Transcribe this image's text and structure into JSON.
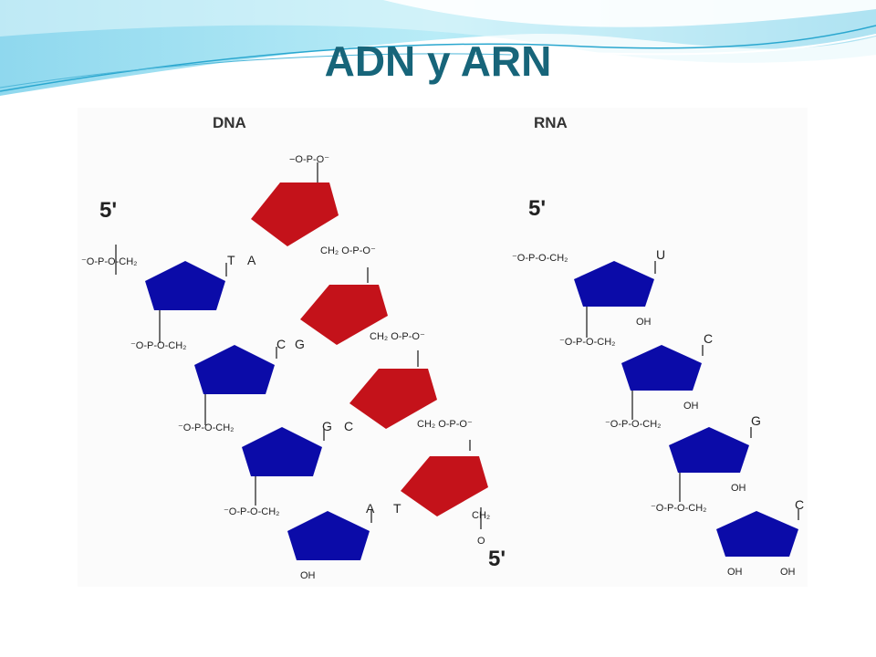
{
  "slide": {
    "title": "ADN y ARN"
  },
  "colors": {
    "title": "#17657a",
    "deoxyribose_dna_strand_1": "#0b0ba8",
    "deoxyribose_dna_strand_2": "#c4121a",
    "ribose_rna": "#0b0ba8"
  },
  "dna": {
    "heading": "DNA",
    "five_prime_left": "5'",
    "five_prime_right": "5'",
    "phosphate_top": "−O-P-O⁻",
    "strand_1": [
      {
        "base": "T",
        "phosphate_label": "⁻O-P-O-CH₂"
      },
      {
        "base": "C",
        "phosphate_label": "⁻O-P-O-CH₂"
      },
      {
        "base": "G",
        "phosphate_label": "⁻O-P-O-CH₂"
      },
      {
        "base": "A",
        "phosphate_label": "⁻O-P-O-CH₂",
        "terminal": "OH"
      }
    ],
    "strand_2": [
      {
        "base": "A",
        "phosphate_label": "CH₂ O-P-O⁻"
      },
      {
        "base": "G",
        "phosphate_label": "CH₂ O-P-O⁻"
      },
      {
        "base": "C",
        "phosphate_label": "CH₂ O-P-O⁻"
      },
      {
        "base": "T",
        "phosphate_label": "CH₂",
        "terminal": "O"
      }
    ]
  },
  "rna": {
    "heading": "RNA",
    "five_prime": "5'",
    "strand": [
      {
        "base": "U",
        "phosphate_label": "⁻O-P-O-CH₂",
        "hydroxyl": "OH"
      },
      {
        "base": "C",
        "phosphate_label": "⁻O-P-O-CH₂",
        "hydroxyl": "OH"
      },
      {
        "base": "G",
        "phosphate_label": "⁻O-P-O-CH₂",
        "hydroxyl": "OH"
      },
      {
        "base": "C",
        "phosphate_label": "⁻O-P-O-CH₂",
        "hydroxyl": "OH",
        "terminal": "OH"
      }
    ]
  }
}
